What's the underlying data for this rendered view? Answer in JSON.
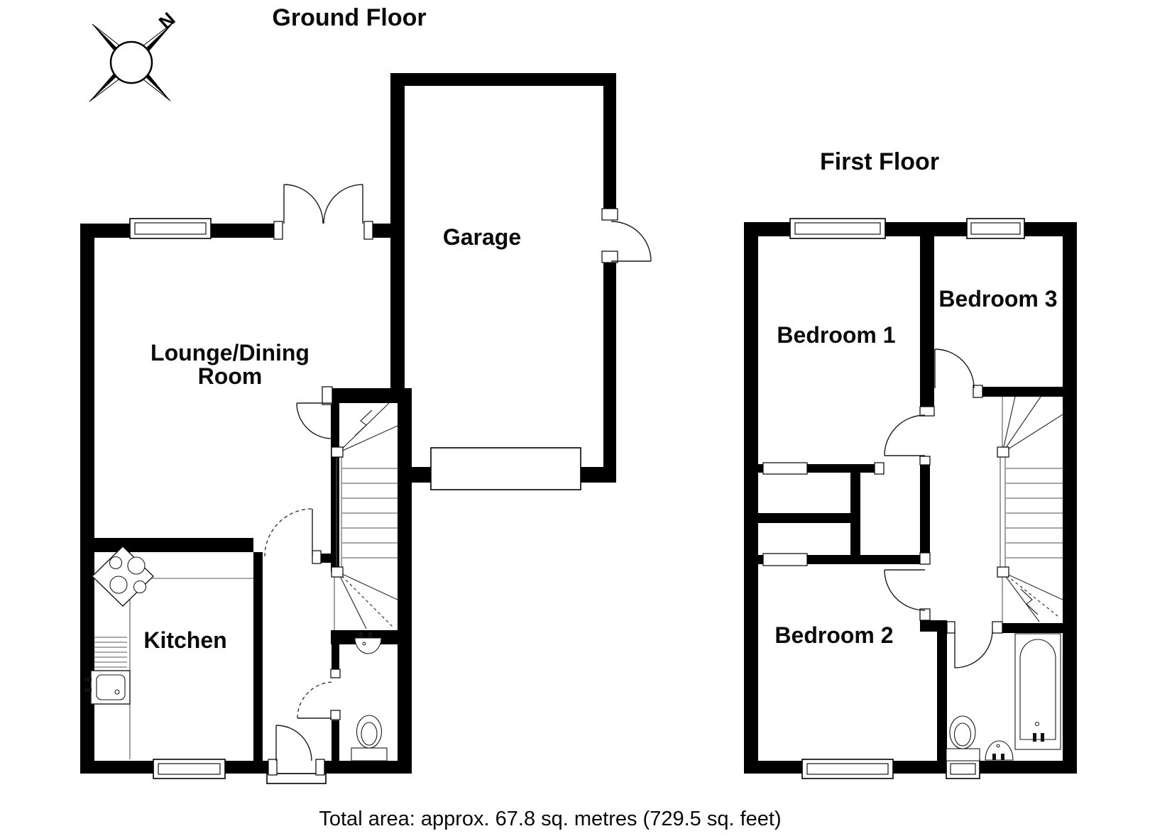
{
  "titles": {
    "ground": "Ground Floor",
    "first": "First Floor"
  },
  "compass": {
    "north_label": "N"
  },
  "rooms": {
    "lounge_line1": "Lounge/Dining",
    "lounge_line2": "Room",
    "kitchen": "Kitchen",
    "garage": "Garage",
    "bedroom1": "Bedroom 1",
    "bedroom2": "Bedroom 2",
    "bedroom3": "Bedroom 3"
  },
  "footer": {
    "total_area": "Total area: approx. 67.8 sq. metres (729.5 sq. feet)"
  },
  "colors": {
    "wall": "#000000",
    "background": "#ffffff",
    "tread": "#8a8a8a",
    "line": "#1a1a1a"
  }
}
